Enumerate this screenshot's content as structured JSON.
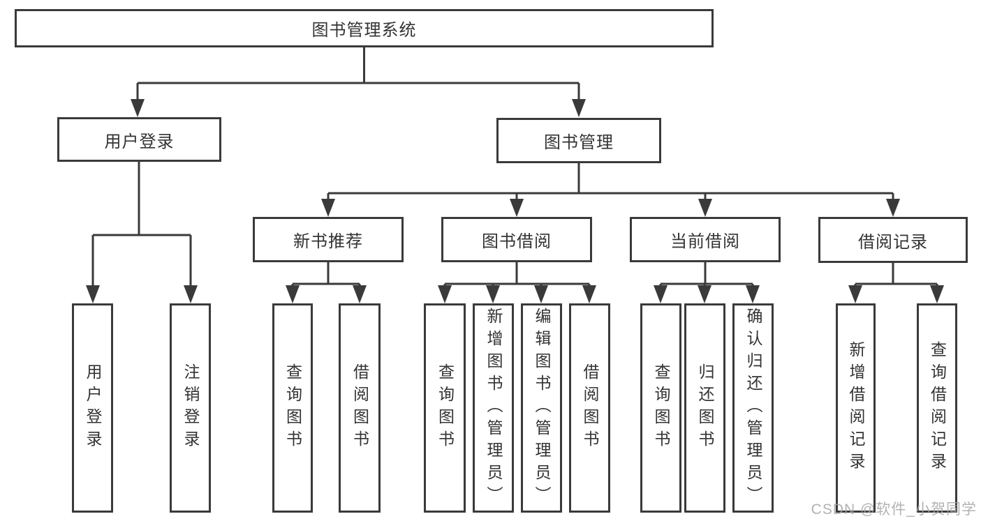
{
  "tree": {
    "label": "图书管理系统",
    "children": [
      {
        "label": "用户登录",
        "children": [
          {
            "label": "用户登录"
          },
          {
            "label": "注销登录"
          }
        ]
      },
      {
        "label": "图书管理",
        "children": [
          {
            "label": "新书推荐",
            "children": [
              {
                "label": "查询图书"
              },
              {
                "label": "借阅图书"
              }
            ]
          },
          {
            "label": "图书借阅",
            "children": [
              {
                "label": "查询图书"
              },
              {
                "label": "新增图书（管理员）"
              },
              {
                "label": "编辑图书（管理员）"
              },
              {
                "label": "借阅图书"
              }
            ]
          },
          {
            "label": "当前借阅",
            "children": [
              {
                "label": "查询图书"
              },
              {
                "label": "归还图书"
              },
              {
                "label": "确认归还（管理员）"
              }
            ]
          },
          {
            "label": "借阅记录",
            "children": [
              {
                "label": "新增借阅记录"
              },
              {
                "label": "查询借阅记录"
              }
            ]
          }
        ]
      }
    ]
  },
  "watermark": "CSDN @软件_小贺同学",
  "style_colors": {
    "line": "#3a3a3a",
    "text": "#333333",
    "background": "#ffffff",
    "watermark": "#a5a5a5"
  }
}
